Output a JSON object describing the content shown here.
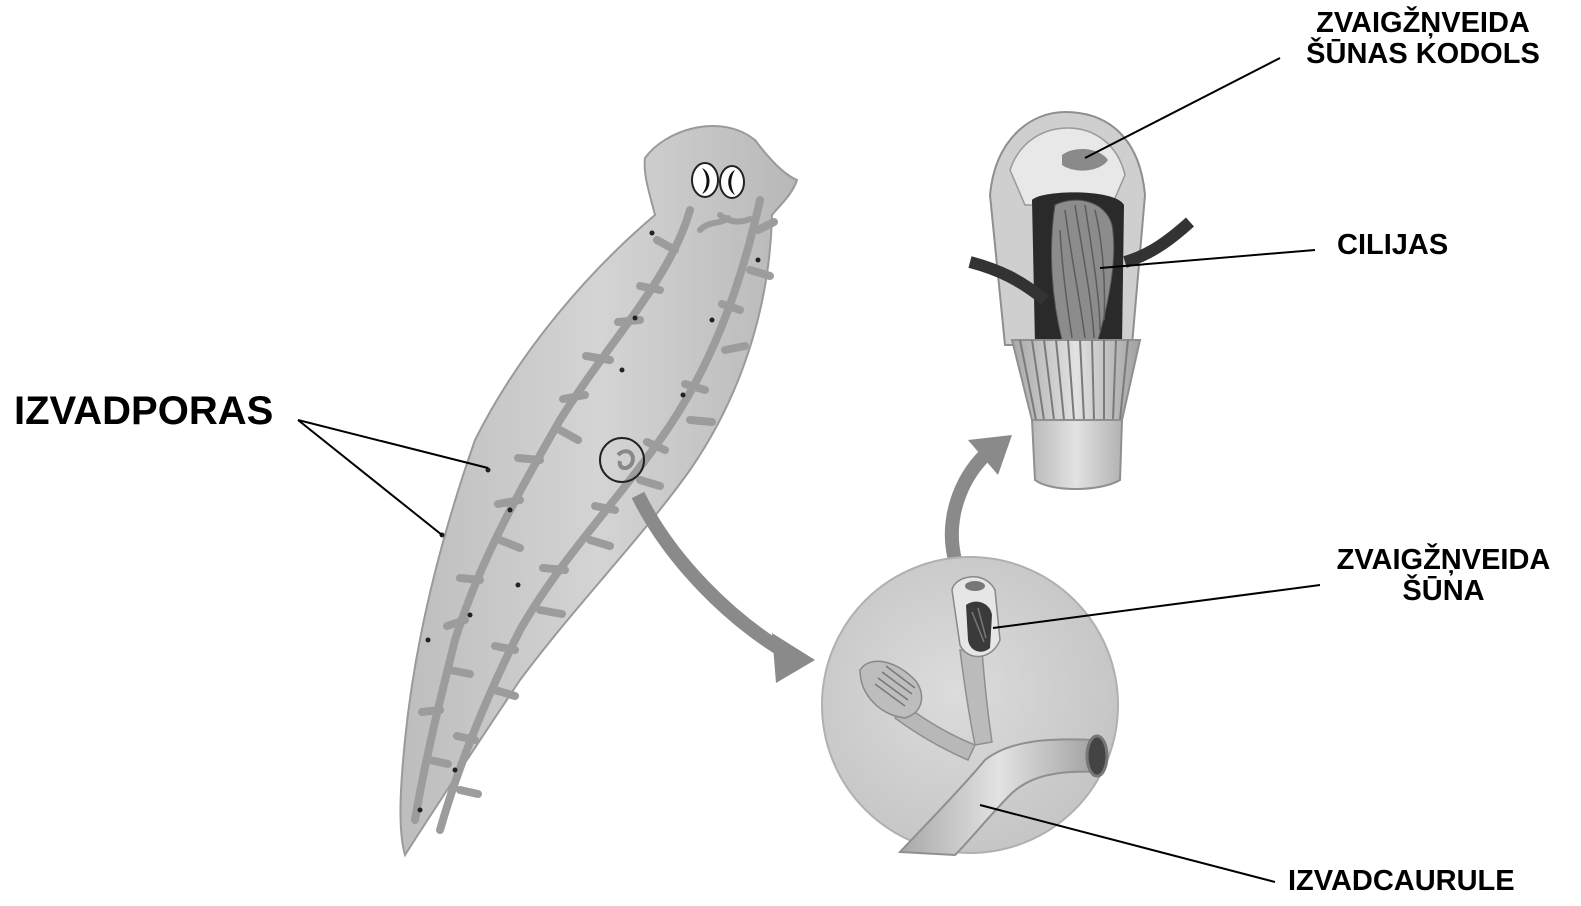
{
  "labels": {
    "izvadporas": "IZVADPORAS",
    "zvaigznveida_kodols_line1": "ZVAIGŽŅVEIDA",
    "zvaigznveida_kodols_line2": "ŠŪNAS KODOLS",
    "cilijas": "CILIJAS",
    "zvaigznveida_suna_line1": "ZVAIGŽŅVEIDA",
    "zvaigznveida_suna_line2": "ŠŪNA",
    "izvadcaurule": "IZVADCAURULE"
  },
  "colors": {
    "body_fill": "#c2c2c2",
    "body_outline": "#9a9a9a",
    "canal": "#9c9c9c",
    "circle_fill": "#d2d2d2",
    "arrow": "#8a8a8a",
    "cell_dark": "#3a3a3a",
    "line": "#000000"
  }
}
